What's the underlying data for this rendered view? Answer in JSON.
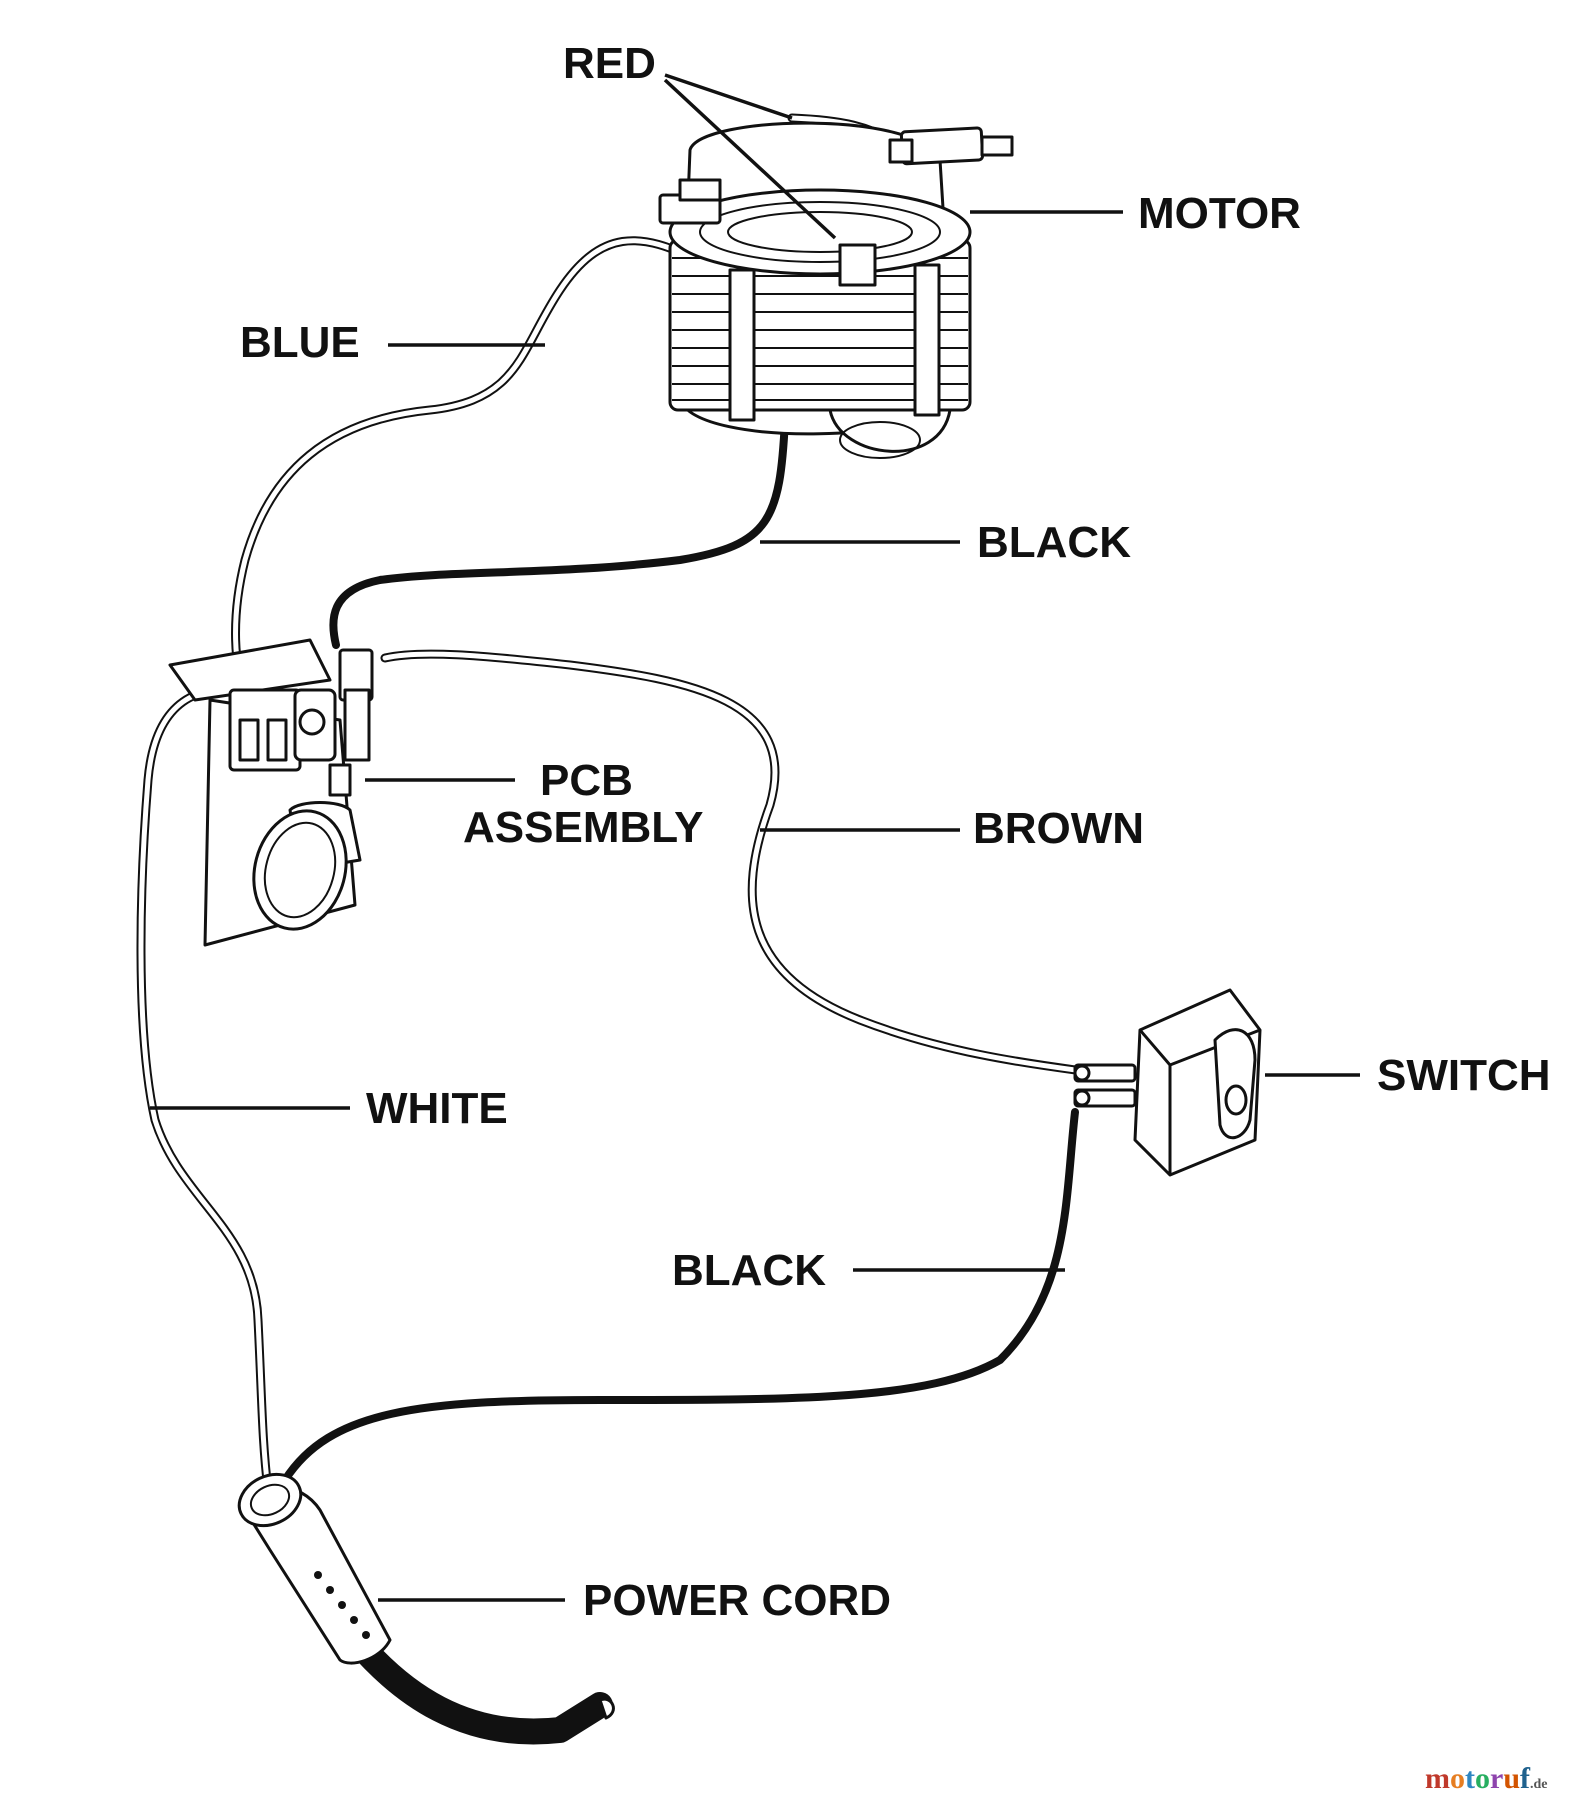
{
  "labels": {
    "red": "RED",
    "motor": "MOTOR",
    "blue": "BLUE",
    "black_top": "BLACK",
    "pcb_line1": "PCB",
    "pcb_line2": "ASSEMBLY",
    "brown": "BROWN",
    "switch": "SWITCH",
    "white": "WHITE",
    "black_bottom": "BLACK",
    "power_cord": "POWER CORD"
  },
  "watermark": {
    "m": "m",
    "o1": "o",
    "t": "t",
    "o2": "o",
    "r": "r",
    "u": "u",
    "f": "f",
    "de": ".de"
  },
  "colors": {
    "ink": "#111111",
    "watermark_m": "#c0392b",
    "watermark_o1": "#e67e22",
    "watermark_t": "#2e86c1",
    "watermark_o2": "#27ae60",
    "watermark_r": "#8e44ad",
    "watermark_u": "#d35400",
    "watermark_f": "#1f618d"
  }
}
